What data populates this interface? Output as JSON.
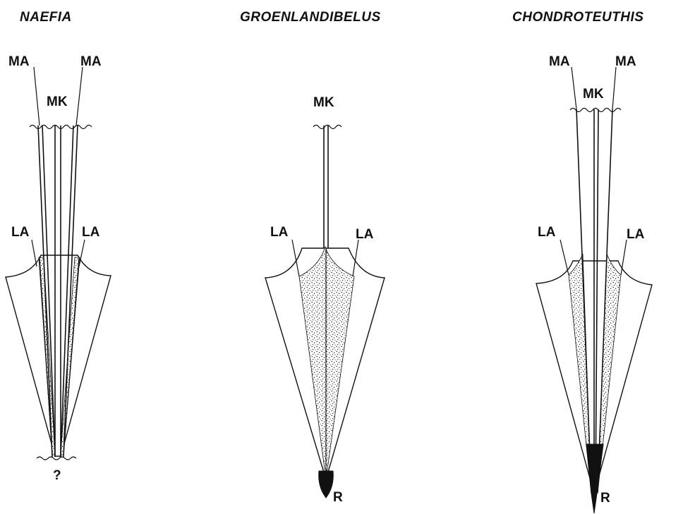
{
  "panels": [
    {
      "title": "NAEFIA",
      "labels": {
        "ma_left": "MA",
        "ma_right": "MA",
        "mk": "MK",
        "la_left": "LA",
        "la_right": "LA",
        "bottom": "?"
      }
    },
    {
      "title": "GROENLANDIBELUS",
      "labels": {
        "mk": "MK",
        "la_left": "LA",
        "la_right": "LA",
        "bottom": "R"
      }
    },
    {
      "title": "CHONDROTEUTHIS",
      "labels": {
        "ma_left": "MA",
        "ma_right": "MA",
        "mk": "MK",
        "la_left": "LA",
        "la_right": "LA",
        "bottom": "R"
      }
    }
  ]
}
